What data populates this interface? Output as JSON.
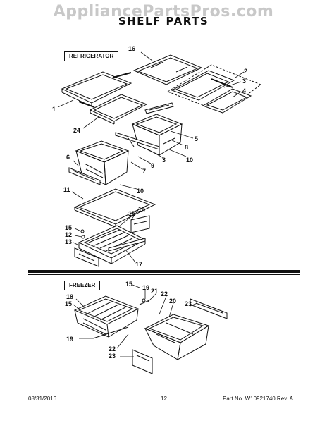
{
  "watermark": "AppliancePartsPros.com",
  "title": "SHELF PARTS",
  "sections": {
    "refrigerator": "REFRIGERATOR",
    "freezer": "FREEZER"
  },
  "callouts": {
    "c16": "16",
    "c2": "2",
    "c3a": "3",
    "c4": "4",
    "c1": "1",
    "c24": "24",
    "c5": "5",
    "c8": "8",
    "c3b": "3",
    "c10a": "10",
    "c6": "6",
    "c9": "9",
    "c7": "7",
    "c10b": "10",
    "c11": "11",
    "c14": "14",
    "c15a": "15",
    "c15b": "15",
    "c12": "12",
    "c13": "13",
    "c17": "17",
    "c15c": "15",
    "c19a": "19",
    "c21": "21",
    "c22a": "22",
    "c20": "20",
    "c18": "18",
    "c15d": "15",
    "c23a": "23",
    "c19b": "19",
    "c22b": "22",
    "c23b": "23"
  },
  "footer": {
    "date": "08/31/2016",
    "page": "12",
    "part": "Part No. W10921740  Rev. A"
  }
}
